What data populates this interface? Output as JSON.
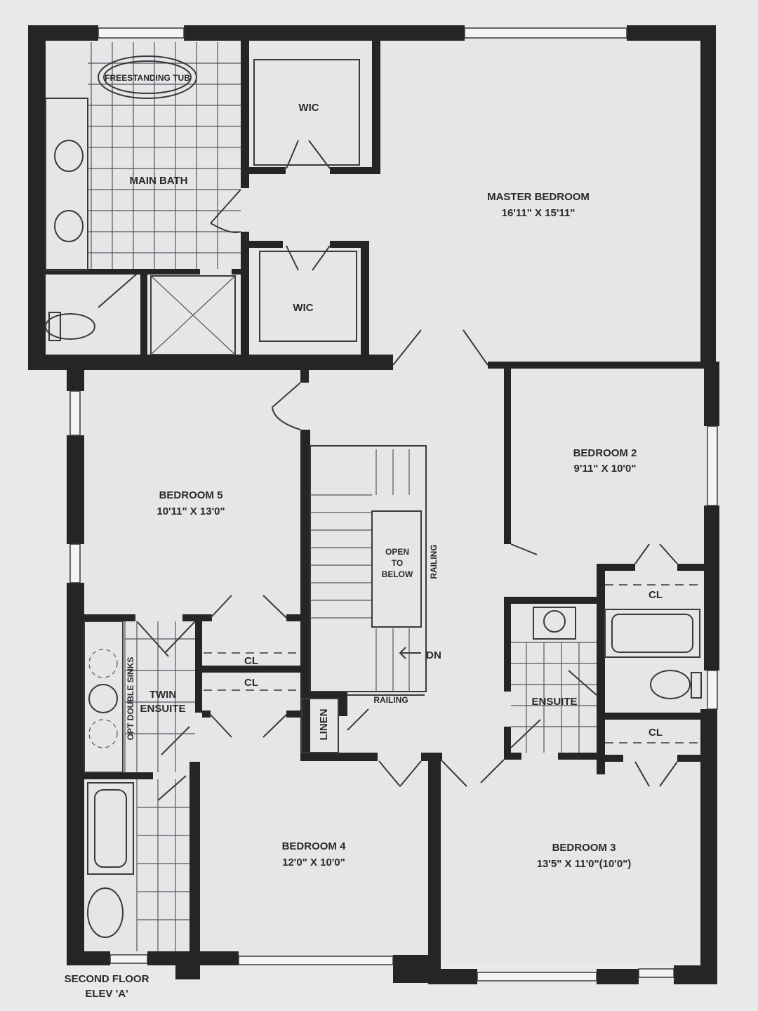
{
  "plan": {
    "title": "SECOND FLOOR",
    "elevation": "ELEV 'A'",
    "rooms": {
      "master": {
        "name": "MASTER BEDROOM",
        "size": "16'11\" X 15'11\""
      },
      "bedroom2": {
        "name": "BEDROOM 2",
        "size": "9'11\" X 10'0\""
      },
      "bedroom3": {
        "name": "BEDROOM 3",
        "size": "13'5\" X 11'0\"(10'0\")"
      },
      "bedroom4": {
        "name": "BEDROOM 4",
        "size": "12'0\" X 10'0\""
      },
      "bedroom5": {
        "name": "BEDROOM 5",
        "size": "10'11\" X 13'0\""
      },
      "main_bath": "MAIN BATH",
      "tub": "FREESTANDING TUB",
      "wic1": "WIC",
      "wic2": "WIC",
      "twin_ensuite_1": "TWIN",
      "twin_ensuite_2": "ENSUITE",
      "opt_sinks": "OPT DOUBLE SINKS",
      "ensuite": "ENSUITE",
      "linen": "LINEN",
      "cl_1": "CL",
      "cl_2": "CL",
      "cl_3": "CL",
      "cl_4": "CL",
      "open_1": "OPEN",
      "open_2": "TO",
      "open_3": "BELOW",
      "railing_v": "RAILING",
      "railing_h": "RAILING",
      "dn": "DN"
    }
  }
}
